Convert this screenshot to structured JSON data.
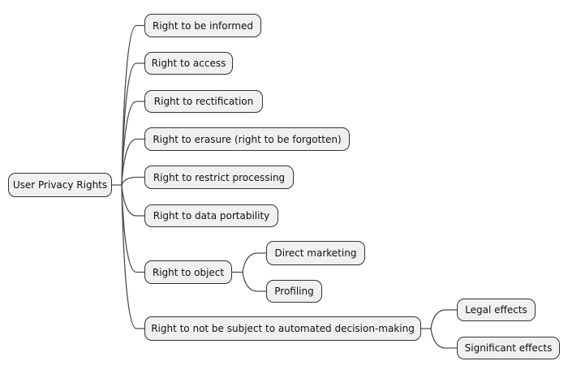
{
  "diagram": {
    "type": "mindmap",
    "title": "User Privacy Rights mind map",
    "root": {
      "label": "User Privacy Rights"
    },
    "level1": [
      {
        "label": "Right to be informed"
      },
      {
        "label": "Right to access"
      },
      {
        "label": "Right to rectification"
      },
      {
        "label": "Right to erasure (right to be forgotten)"
      },
      {
        "label": "Right to restrict processing"
      },
      {
        "label": "Right to data portability"
      },
      {
        "label": "Right to object"
      },
      {
        "label": "Right to not be subject to automated decision-making"
      }
    ],
    "object_children": [
      {
        "label": "Direct marketing"
      },
      {
        "label": "Profiling"
      }
    ],
    "automated_decision_children": [
      {
        "label": "Legal effects"
      },
      {
        "label": "Significant effects"
      }
    ],
    "colors": {
      "node_fill": "#f0f0f0",
      "node_border": "#333333",
      "connector": "#4d4d4d",
      "text": "#111111",
      "background": "#ffffff"
    }
  }
}
